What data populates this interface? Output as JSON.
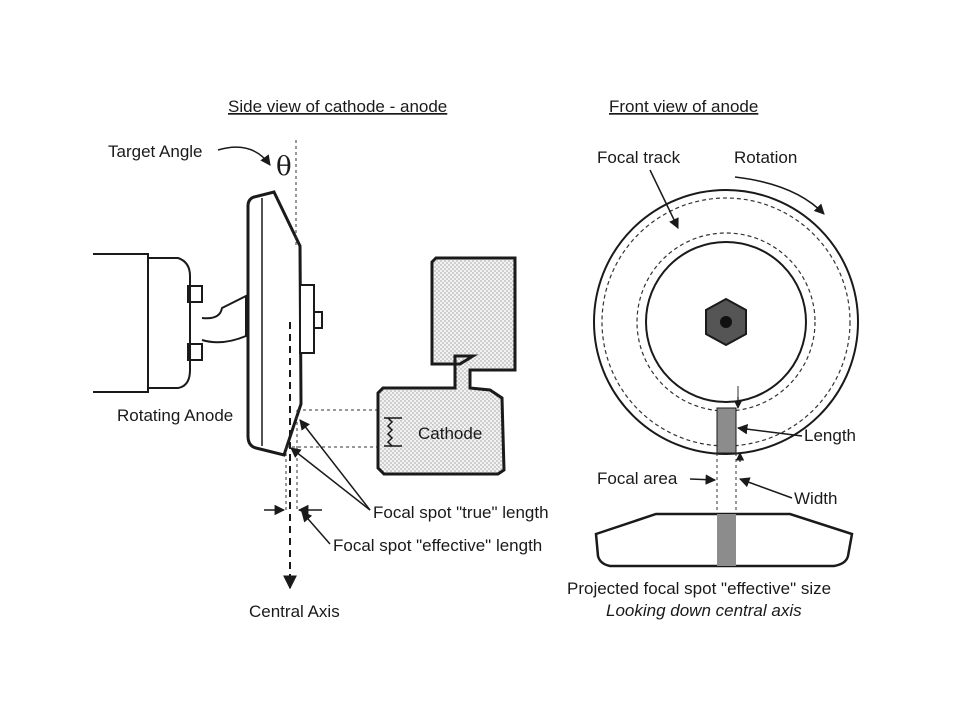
{
  "side_view": {
    "title": "Side view of cathode - anode",
    "target_angle": "Target Angle",
    "theta": "θ",
    "rotating_anode": "Rotating Anode",
    "cathode": "Cathode",
    "true_length": "Focal spot \"true\" length",
    "effective_length": "Focal spot \"effective\" length",
    "central_axis": "Central Axis"
  },
  "front_view": {
    "title": "Front view of anode",
    "focal_track": "Focal track",
    "rotation": "Rotation",
    "length": "Length",
    "focal_area": "Focal area",
    "width": "Width",
    "projected_size": "Projected focal spot \"effective\" size",
    "looking_down": "Looking down central axis"
  },
  "colors": {
    "ink": "#1a1a1a",
    "hub": "#555555",
    "focal_strip": "#8c8c8c",
    "cathode_fill": "#e6e6e6"
  }
}
